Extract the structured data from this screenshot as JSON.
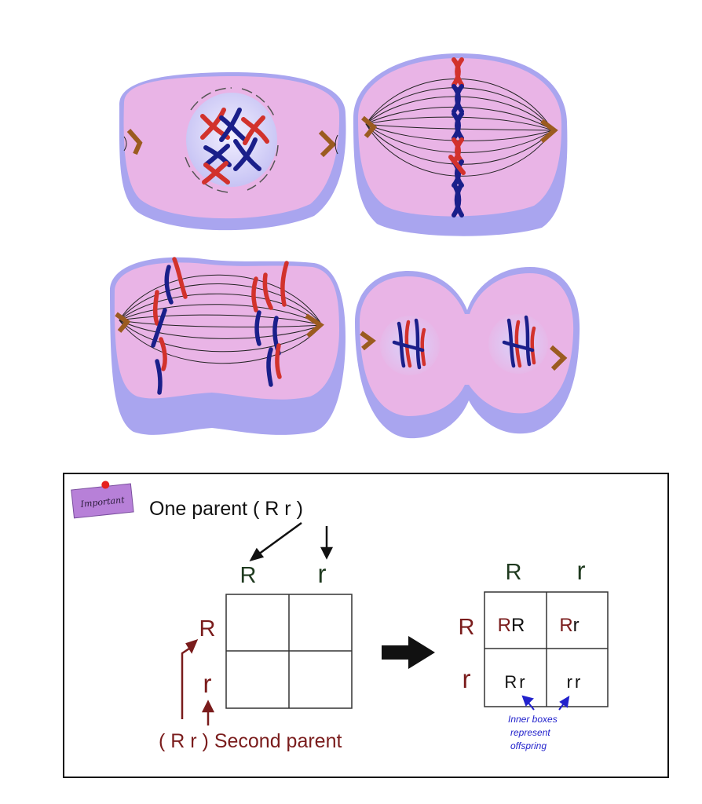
{
  "cells_figure": {
    "description_icons": [
      "centriole-icon",
      "chromosome-icon",
      "spindle-fiber-icon",
      "nucleus-icon"
    ],
    "colors": {
      "cytoplasm": "#e9b4e6",
      "membrane": "#a5a3ef",
      "nucleus": "#c6c3f4",
      "chromosome_red": "#d2322c",
      "chromosome_blue": "#1a1f8a",
      "centriole": "#9b5b20",
      "spindle": "#222222"
    }
  },
  "punnett": {
    "sticker_text": "Important",
    "parent1_label": "One parent ( R  r )",
    "parent2_label": "( R  r ) Second parent",
    "col_alleles": [
      "R",
      "r"
    ],
    "row_alleles": [
      "R",
      "r"
    ],
    "result_col_alleles": [
      "R",
      "r"
    ],
    "result_row_alleles": [
      "R",
      "r"
    ],
    "result_cells": [
      [
        {
          "a": "R",
          "b": "R"
        },
        {
          "a": "R",
          "b": "r"
        }
      ],
      [
        {
          "a": "R",
          "b": "r"
        },
        {
          "a": "r",
          "b": "r"
        }
      ]
    ],
    "note_lines": [
      "Inner boxes",
      "represent",
      "offspring"
    ],
    "colors": {
      "dark_red": "#7a1c1c",
      "dark_green": "#1f3a1f",
      "black": "#111111",
      "note_blue": "#2222cc"
    }
  }
}
